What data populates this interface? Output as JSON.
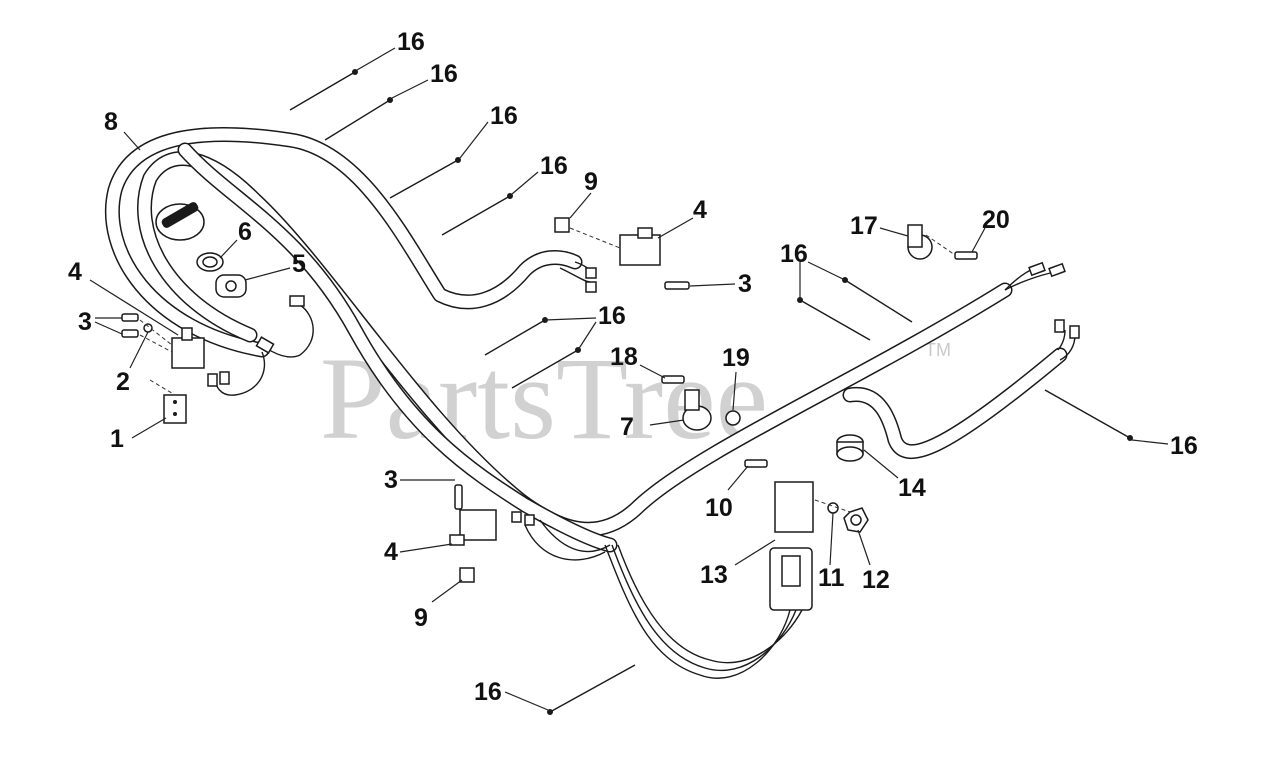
{
  "watermark": {
    "text": "PartsTree",
    "mark": "TM"
  },
  "callouts": [
    {
      "label": "16"
    },
    {
      "label": "16"
    },
    {
      "label": "16"
    },
    {
      "label": "16"
    },
    {
      "label": "8"
    },
    {
      "label": "9"
    },
    {
      "label": "4"
    },
    {
      "label": "6"
    },
    {
      "label": "5"
    },
    {
      "label": "4"
    },
    {
      "label": "3"
    },
    {
      "label": "3"
    },
    {
      "label": "2"
    },
    {
      "label": "1"
    },
    {
      "label": "16"
    },
    {
      "label": "18"
    },
    {
      "label": "19"
    },
    {
      "label": "7"
    },
    {
      "label": "17"
    },
    {
      "label": "20"
    },
    {
      "label": "16"
    },
    {
      "label": "16"
    },
    {
      "label": "14"
    },
    {
      "label": "3"
    },
    {
      "label": "10"
    },
    {
      "label": "4"
    },
    {
      "label": "13"
    },
    {
      "label": "11"
    },
    {
      "label": "12"
    },
    {
      "label": "9"
    },
    {
      "label": "16"
    }
  ]
}
